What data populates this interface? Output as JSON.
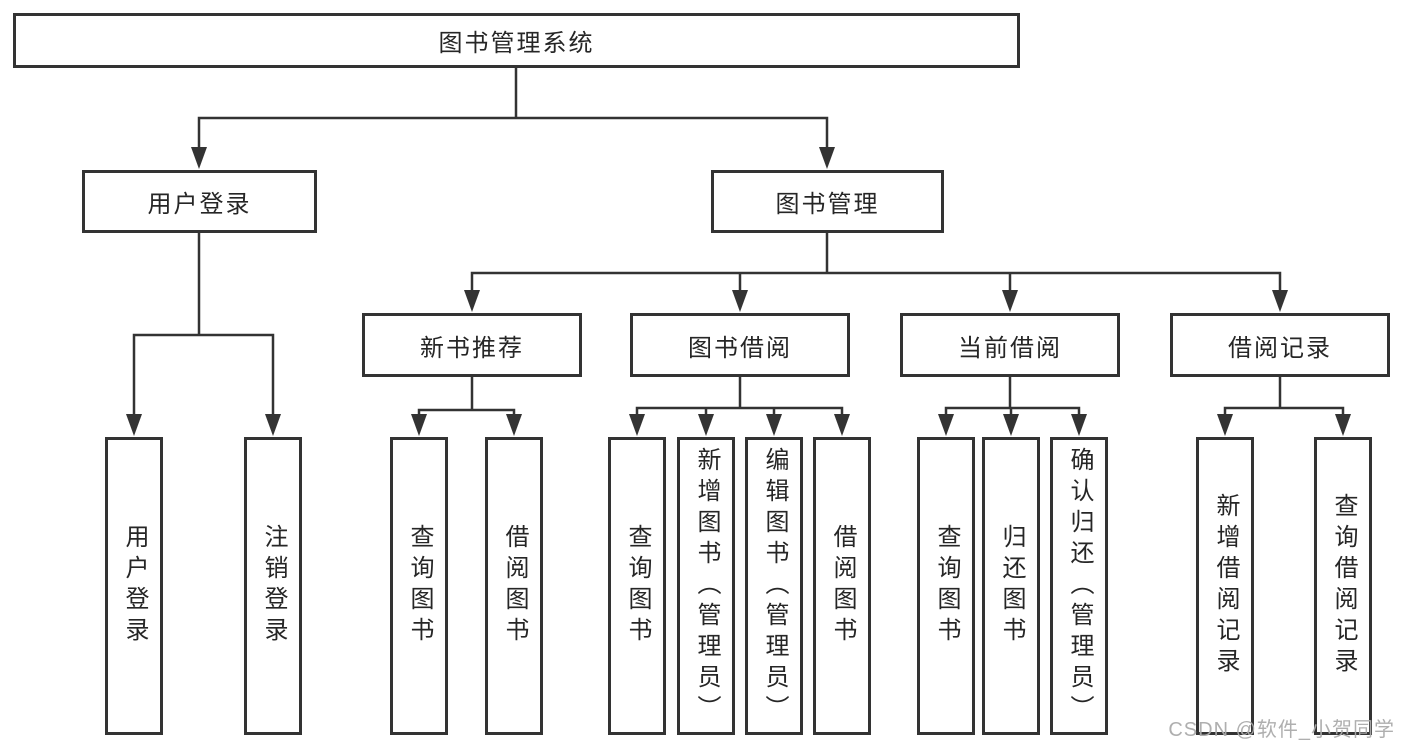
{
  "tree": {
    "label": "图书管理系统",
    "children": [
      {
        "label": "用户登录",
        "children": [
          {
            "label": "用户登录"
          },
          {
            "label": "注销登录"
          }
        ]
      },
      {
        "label": "图书管理",
        "children": [
          {
            "label": "新书推荐",
            "children": [
              {
                "label": "查询图书"
              },
              {
                "label": "借阅图书"
              }
            ]
          },
          {
            "label": "图书借阅",
            "children": [
              {
                "label": "查询图书"
              },
              {
                "label": "新增图书（管理员）"
              },
              {
                "label": "编辑图书（管理员）"
              },
              {
                "label": "借阅图书"
              }
            ]
          },
          {
            "label": "当前借阅",
            "children": [
              {
                "label": "查询图书"
              },
              {
                "label": "归还图书"
              },
              {
                "label": "确认归还（管理员）"
              }
            ]
          },
          {
            "label": "借阅记录",
            "children": [
              {
                "label": "新增借阅记录"
              },
              {
                "label": "查询借阅记录"
              }
            ]
          }
        ]
      }
    ]
  },
  "watermark": {
    "text": "CSDN @软件_小贺同学"
  },
  "colors": {
    "line": "#333333",
    "box_border": "#333333",
    "text": "#262626",
    "background": "#ffffff",
    "watermark": "#ababab"
  }
}
